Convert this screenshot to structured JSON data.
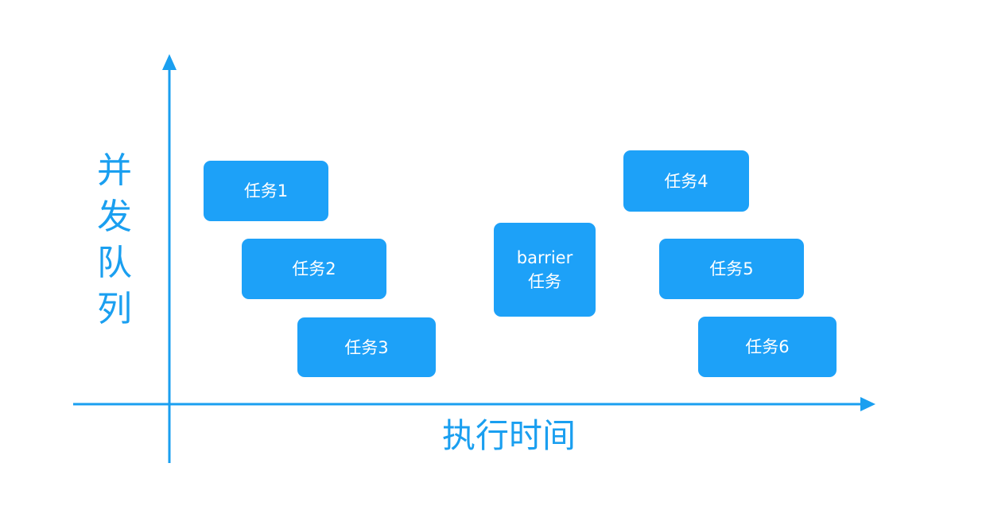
{
  "colors": {
    "axis": "#1a9ff0",
    "task_fill": "#1da1f8",
    "task_text": "#ffffff",
    "background": "#ffffff"
  },
  "axes": {
    "y_label": "并\n发\n队\n列",
    "x_label": "执行时间"
  },
  "tasks": [
    {
      "label": "任务1"
    },
    {
      "label": "任务2"
    },
    {
      "label": "任务3"
    },
    {
      "label": "barrier\n任务"
    },
    {
      "label": "任务4"
    },
    {
      "label": "任务5"
    },
    {
      "label": "任务6"
    }
  ]
}
